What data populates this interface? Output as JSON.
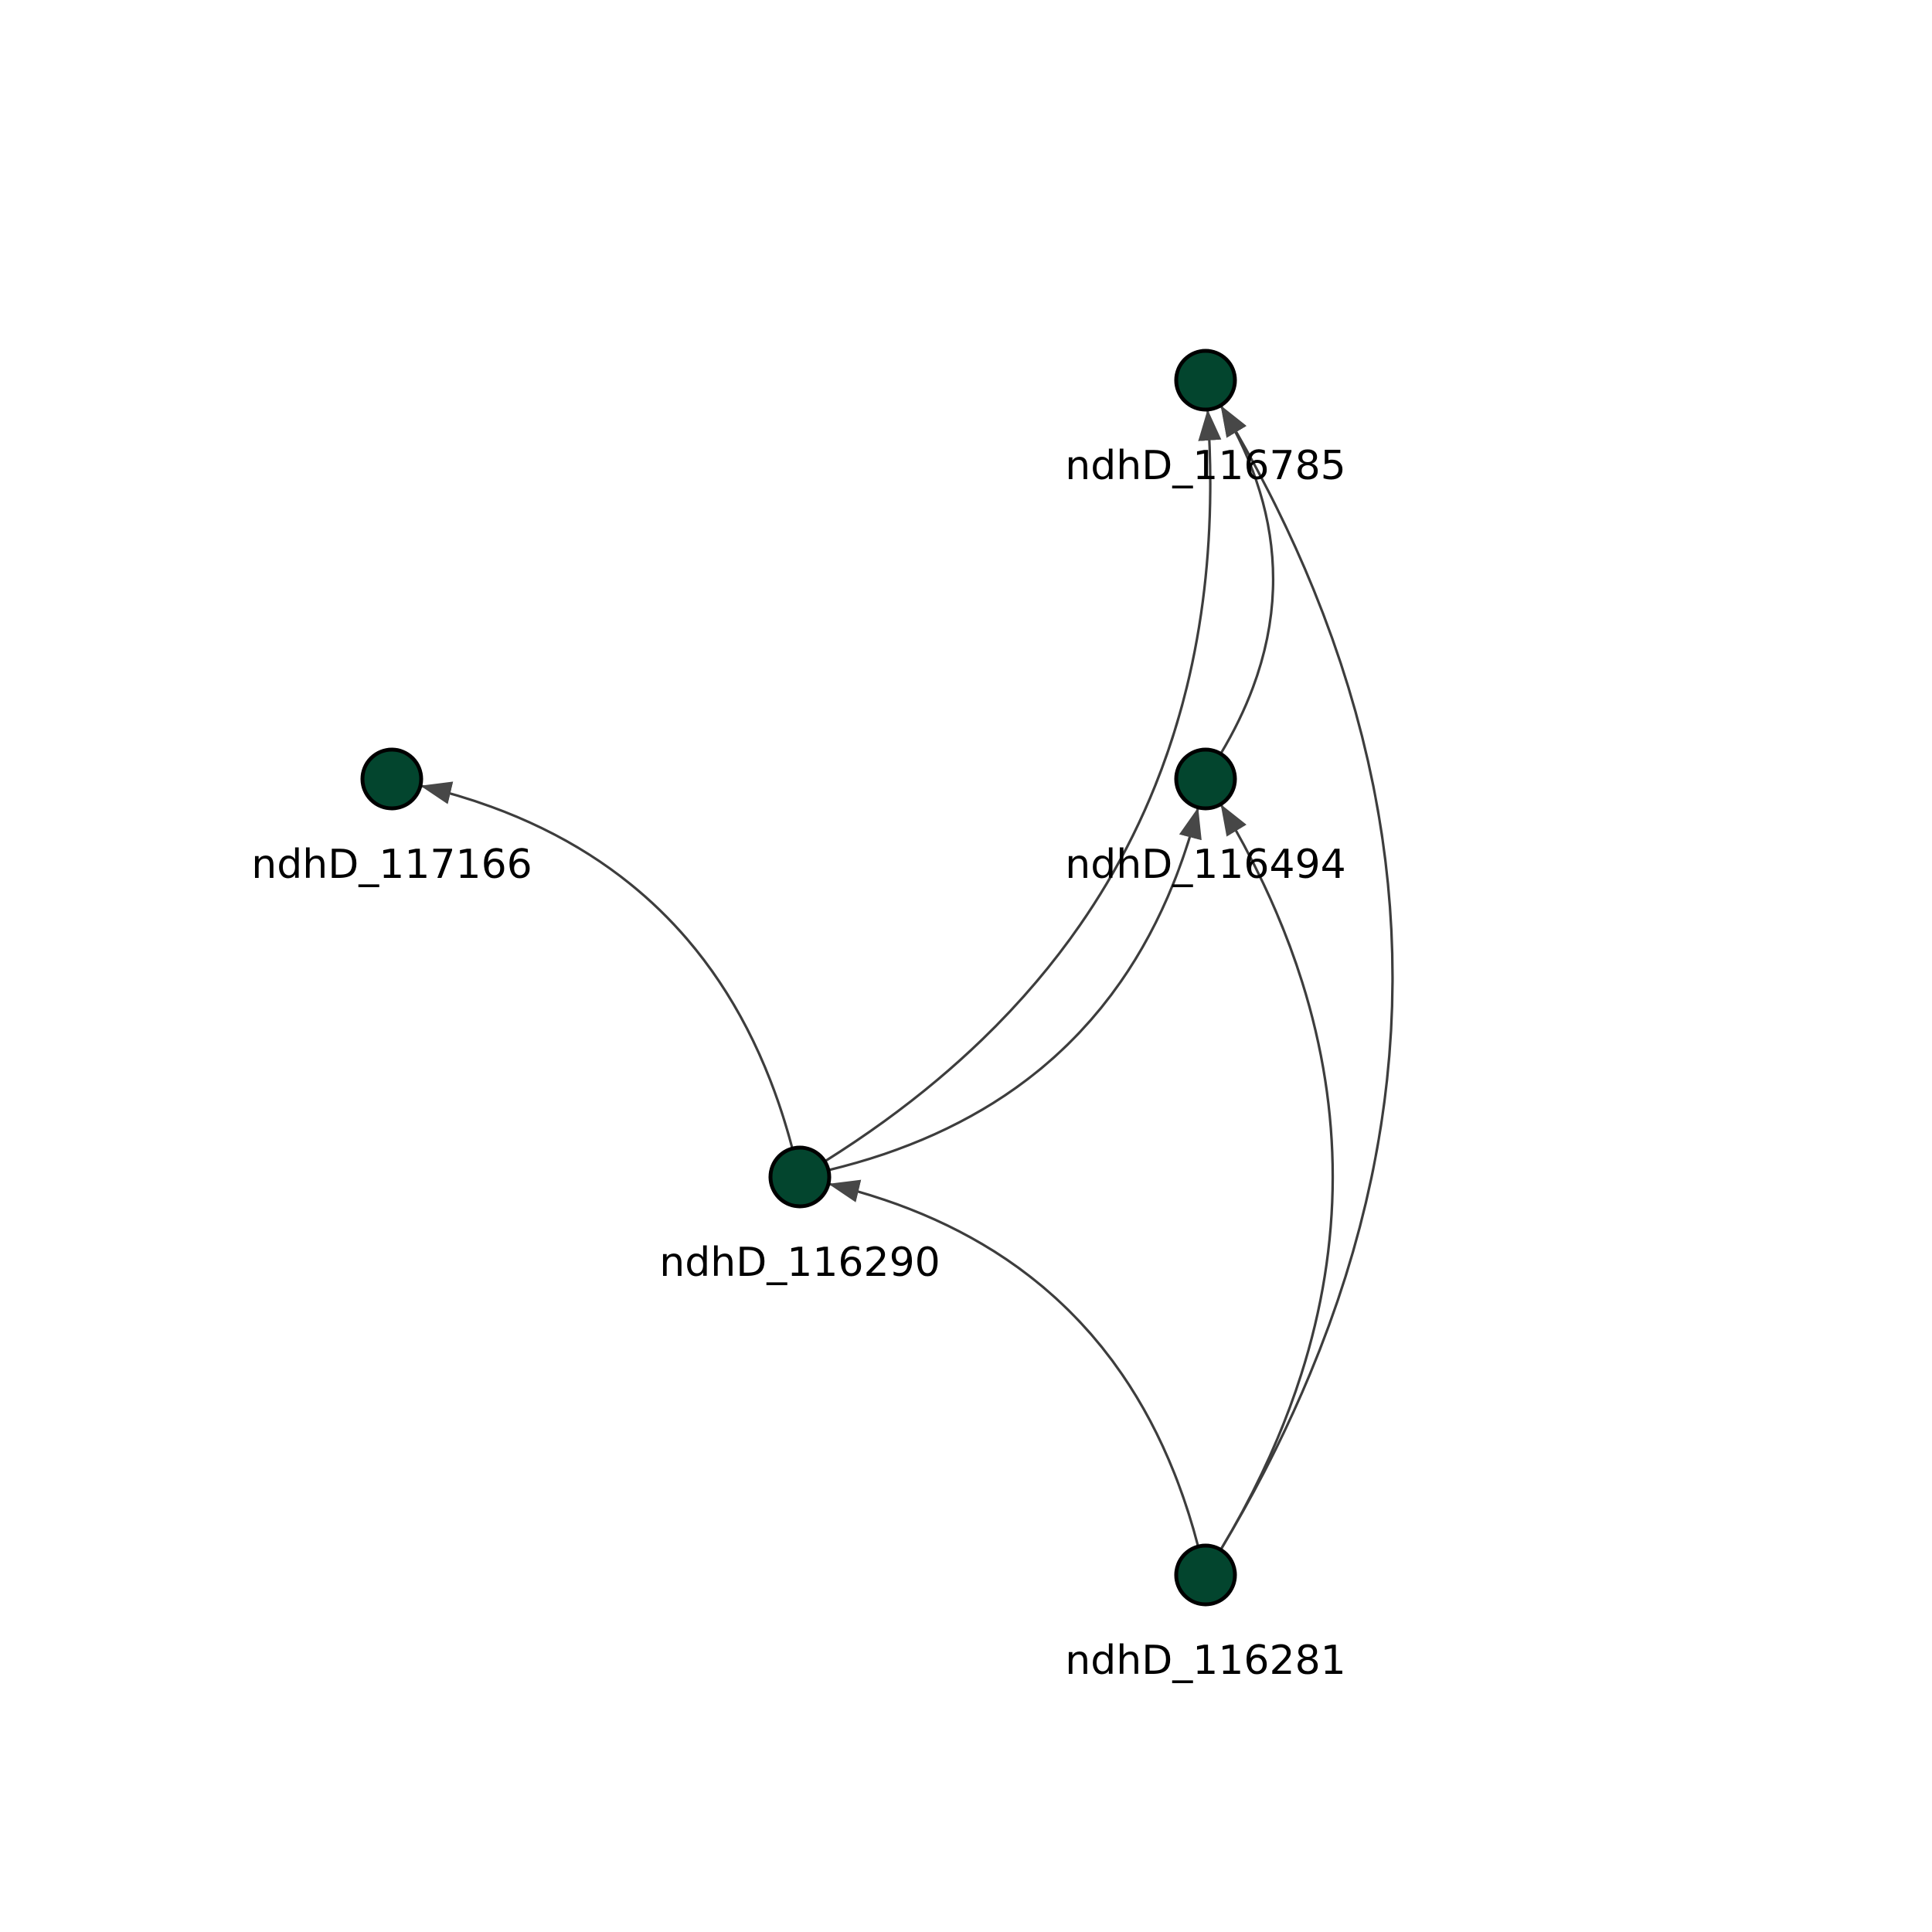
{
  "diagram": {
    "type": "directed-graph",
    "colors": {
      "node_fill": "#03452e",
      "node_stroke": "#000000",
      "edge": "#3d3d3d",
      "arrowhead": "#474747",
      "label": "#000000",
      "background": "#ffffff"
    },
    "nodes": [
      {
        "id": "ndhD_116785",
        "label": "ndhD_116785"
      },
      {
        "id": "ndhD_117166",
        "label": "ndhD_117166"
      },
      {
        "id": "ndhD_116494",
        "label": "ndhD_116494"
      },
      {
        "id": "ndhD_116290",
        "label": "ndhD_116290"
      },
      {
        "id": "ndhD_116281",
        "label": "ndhD_116281"
      }
    ],
    "edges": [
      {
        "source": "ndhD_116290",
        "target": "ndhD_117166"
      },
      {
        "source": "ndhD_116290",
        "target": "ndhD_116785"
      },
      {
        "source": "ndhD_116290",
        "target": "ndhD_116494"
      },
      {
        "source": "ndhD_116494",
        "target": "ndhD_116785"
      },
      {
        "source": "ndhD_116281",
        "target": "ndhD_116290"
      },
      {
        "source": "ndhD_116281",
        "target": "ndhD_116785"
      },
      {
        "source": "ndhD_116281",
        "target": "ndhD_116494"
      }
    ]
  }
}
